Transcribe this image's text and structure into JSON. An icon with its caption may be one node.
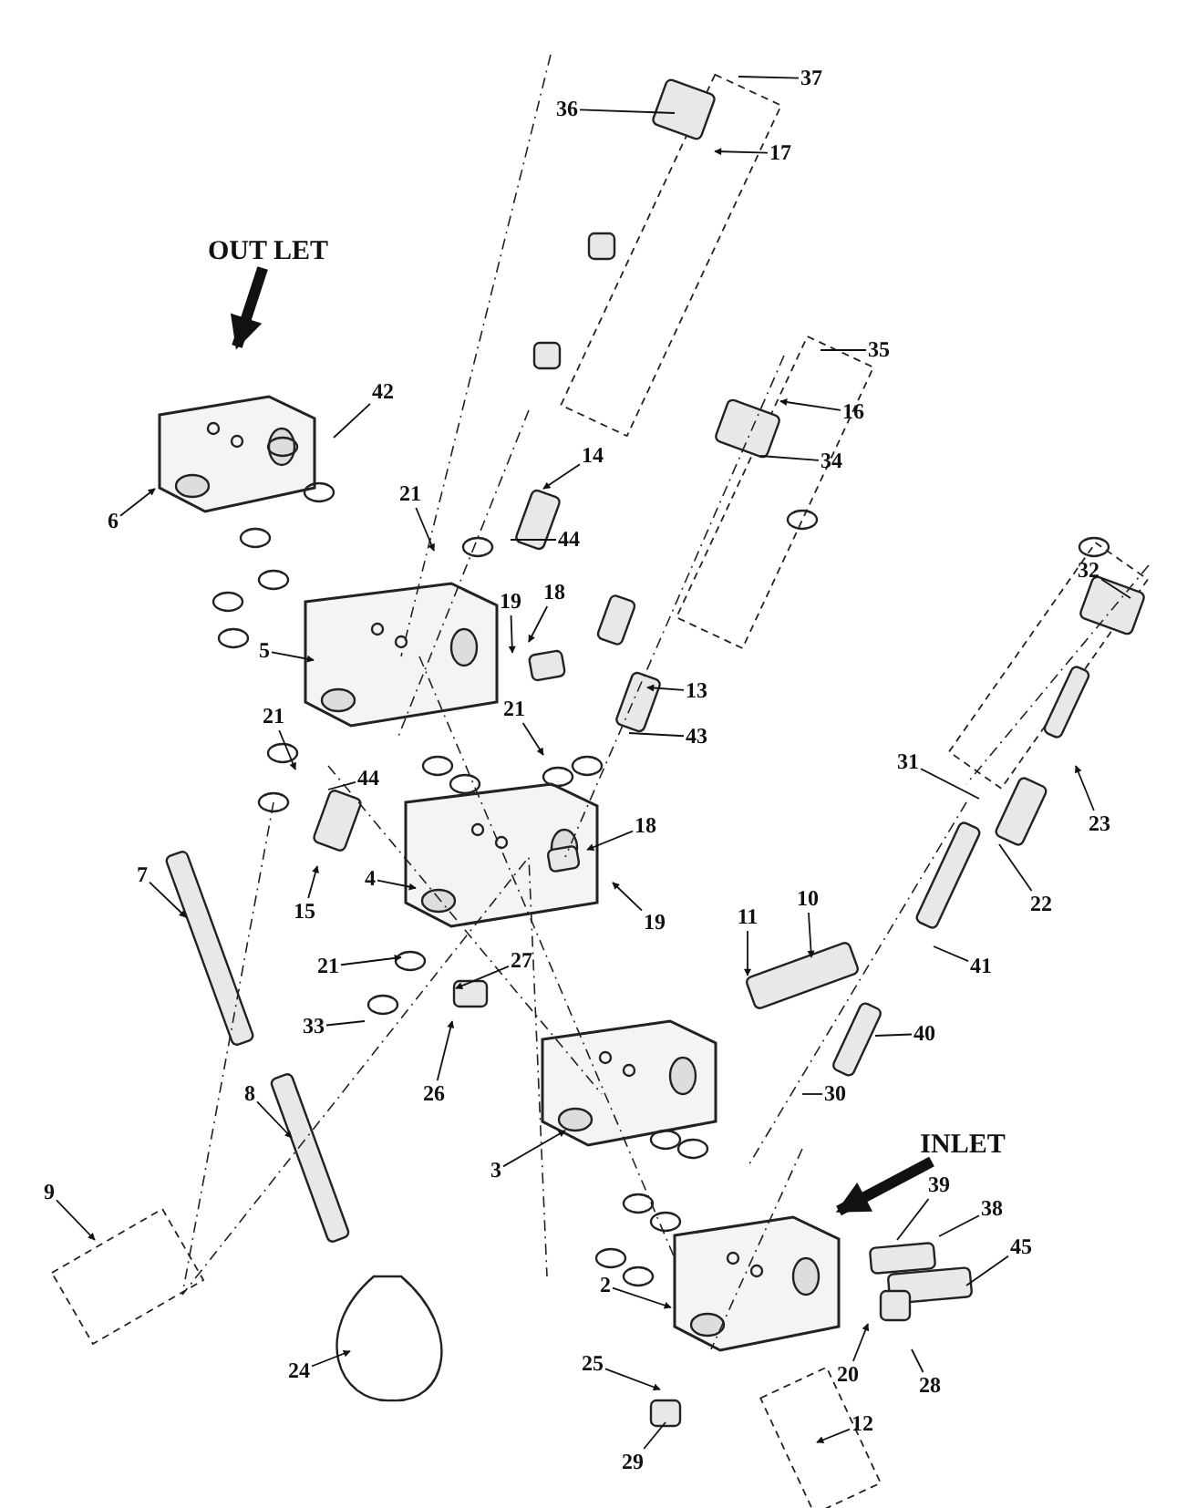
{
  "diagram": {
    "nodes": [
      {
        "text": [
          "37"
        ]
      },
      {
        "text": [
          "36"
        ]
      },
      {
        "text": [
          "17"
        ]
      },
      {
        "text": [
          "OUT LET"
        ]
      },
      {
        "text": [
          "35"
        ]
      },
      {
        "text": [
          "42"
        ]
      },
      {
        "text": [
          "16"
        ]
      },
      {
        "text": [
          "14"
        ]
      },
      {
        "text": [
          "34"
        ]
      },
      {
        "text": [
          "21"
        ]
      },
      {
        "text": [
          "6"
        ]
      },
      {
        "text": [
          "44"
        ]
      },
      {
        "text": [
          "32"
        ]
      },
      {
        "text": [
          "18"
        ]
      },
      {
        "text": [
          "19"
        ]
      },
      {
        "text": [
          "5"
        ]
      },
      {
        "text": [
          "13"
        ]
      },
      {
        "text": [
          "21"
        ]
      },
      {
        "text": [
          "21"
        ]
      },
      {
        "text": [
          "43"
        ]
      },
      {
        "text": [
          "31"
        ]
      },
      {
        "text": [
          "44"
        ]
      },
      {
        "text": [
          "23"
        ]
      },
      {
        "text": [
          "18"
        ]
      },
      {
        "text": [
          "4"
        ]
      },
      {
        "text": [
          "7"
        ]
      },
      {
        "text": [
          "10"
        ]
      },
      {
        "text": [
          "22"
        ]
      },
      {
        "text": [
          "15"
        ]
      },
      {
        "text": [
          "11"
        ]
      },
      {
        "text": [
          "19"
        ]
      },
      {
        "text": [
          "41"
        ]
      },
      {
        "text": [
          "21"
        ]
      },
      {
        "text": [
          "27"
        ]
      },
      {
        "text": [
          "33"
        ]
      },
      {
        "text": [
          "40"
        ]
      },
      {
        "text": [
          "26"
        ]
      },
      {
        "text": [
          "8"
        ]
      },
      {
        "text": [
          "INLET"
        ]
      },
      {
        "text": [
          "30"
        ]
      },
      {
        "text": [
          "3"
        ]
      },
      {
        "text": [
          "39"
        ]
      },
      {
        "text": [
          "9"
        ]
      },
      {
        "text": [
          "38"
        ]
      },
      {
        "text": [
          "45"
        ]
      },
      {
        "text": [
          "2"
        ]
      },
      {
        "text": [
          "24"
        ]
      },
      {
        "text": [
          "25"
        ]
      },
      {
        "text": [
          "20"
        ]
      },
      {
        "text": [
          "28"
        ]
      },
      {
        "text": [
          "29"
        ]
      },
      {
        "text": [
          "12"
        ]
      }
    ],
    "edges": [
      {
        "from": 0,
        "to": null,
        "arrow": "none"
      },
      {
        "from": 1,
        "to": null,
        "arrow": "none"
      },
      {
        "from": 2,
        "to": null,
        "arrow": "to"
      },
      {
        "from": 3,
        "to": null,
        "arrow": "to",
        "style": "thick"
      },
      {
        "from": 4,
        "to": null,
        "arrow": "none"
      },
      {
        "from": 5,
        "to": null,
        "arrow": "none"
      },
      {
        "from": 6,
        "to": null,
        "arrow": "to"
      },
      {
        "from": 7,
        "to": null,
        "arrow": "to"
      },
      {
        "from": 8,
        "to": null,
        "arrow": "none"
      },
      {
        "from": 9,
        "to": null,
        "arrow": "to"
      },
      {
        "from": 10,
        "to": null,
        "arrow": "to"
      },
      {
        "from": 11,
        "to": null,
        "arrow": "none"
      },
      {
        "from": 12,
        "to": null,
        "arrow": "none"
      },
      {
        "from": 13,
        "to": null,
        "arrow": "to"
      },
      {
        "from": 14,
        "to": null,
        "arrow": "to"
      },
      {
        "from": 15,
        "to": null,
        "arrow": "to"
      },
      {
        "from": 16,
        "to": null,
        "arrow": "to"
      },
      {
        "from": 17,
        "to": null,
        "arrow": "to"
      },
      {
        "from": 18,
        "to": null,
        "arrow": "to"
      },
      {
        "from": 19,
        "to": null,
        "arrow": "none"
      },
      {
        "from": 20,
        "to": null,
        "arrow": "none"
      },
      {
        "from": 21,
        "to": null,
        "arrow": "none"
      },
      {
        "from": 22,
        "to": null,
        "arrow": "to"
      },
      {
        "from": 23,
        "to": null,
        "arrow": "to"
      },
      {
        "from": 24,
        "to": null,
        "arrow": "to"
      },
      {
        "from": 25,
        "to": null,
        "arrow": "to"
      },
      {
        "from": 26,
        "to": null,
        "arrow": "to"
      },
      {
        "from": 27,
        "to": null,
        "arrow": "none"
      },
      {
        "from": 28,
        "to": null,
        "arrow": "to"
      },
      {
        "from": 29,
        "to": null,
        "arrow": "to"
      },
      {
        "from": 30,
        "to": null,
        "arrow": "to"
      },
      {
        "from": 31,
        "to": null,
        "arrow": "none"
      },
      {
        "from": 32,
        "to": null,
        "arrow": "to"
      },
      {
        "from": 33,
        "to": null,
        "arrow": "to"
      },
      {
        "from": 34,
        "to": null,
        "arrow": "none"
      },
      {
        "from": 35,
        "to": null,
        "arrow": "none"
      },
      {
        "from": 36,
        "to": null,
        "arrow": "to"
      },
      {
        "from": 37,
        "to": null,
        "arrow": "to"
      },
      {
        "from": 38,
        "to": null,
        "arrow": "to",
        "style": "thick"
      },
      {
        "from": 39,
        "to": null,
        "arrow": "none"
      },
      {
        "from": 40,
        "to": null,
        "arrow": "to"
      },
      {
        "from": 41,
        "to": null,
        "arrow": "none"
      },
      {
        "from": 42,
        "to": null,
        "arrow": "to"
      },
      {
        "from": 43,
        "to": null,
        "arrow": "none"
      },
      {
        "from": 44,
        "to": null,
        "arrow": "none"
      },
      {
        "from": 45,
        "to": null,
        "arrow": "to"
      },
      {
        "from": 46,
        "to": null,
        "arrow": "to"
      },
      {
        "from": 47,
        "to": null,
        "arrow": "to"
      },
      {
        "from": 48,
        "to": null,
        "arrow": "to"
      },
      {
        "from": 49,
        "to": null,
        "arrow": "none"
      },
      {
        "from": 50,
        "to": null,
        "arrow": "none"
      },
      {
        "from": 51,
        "to": null,
        "arrow": "to"
      }
    ]
  }
}
